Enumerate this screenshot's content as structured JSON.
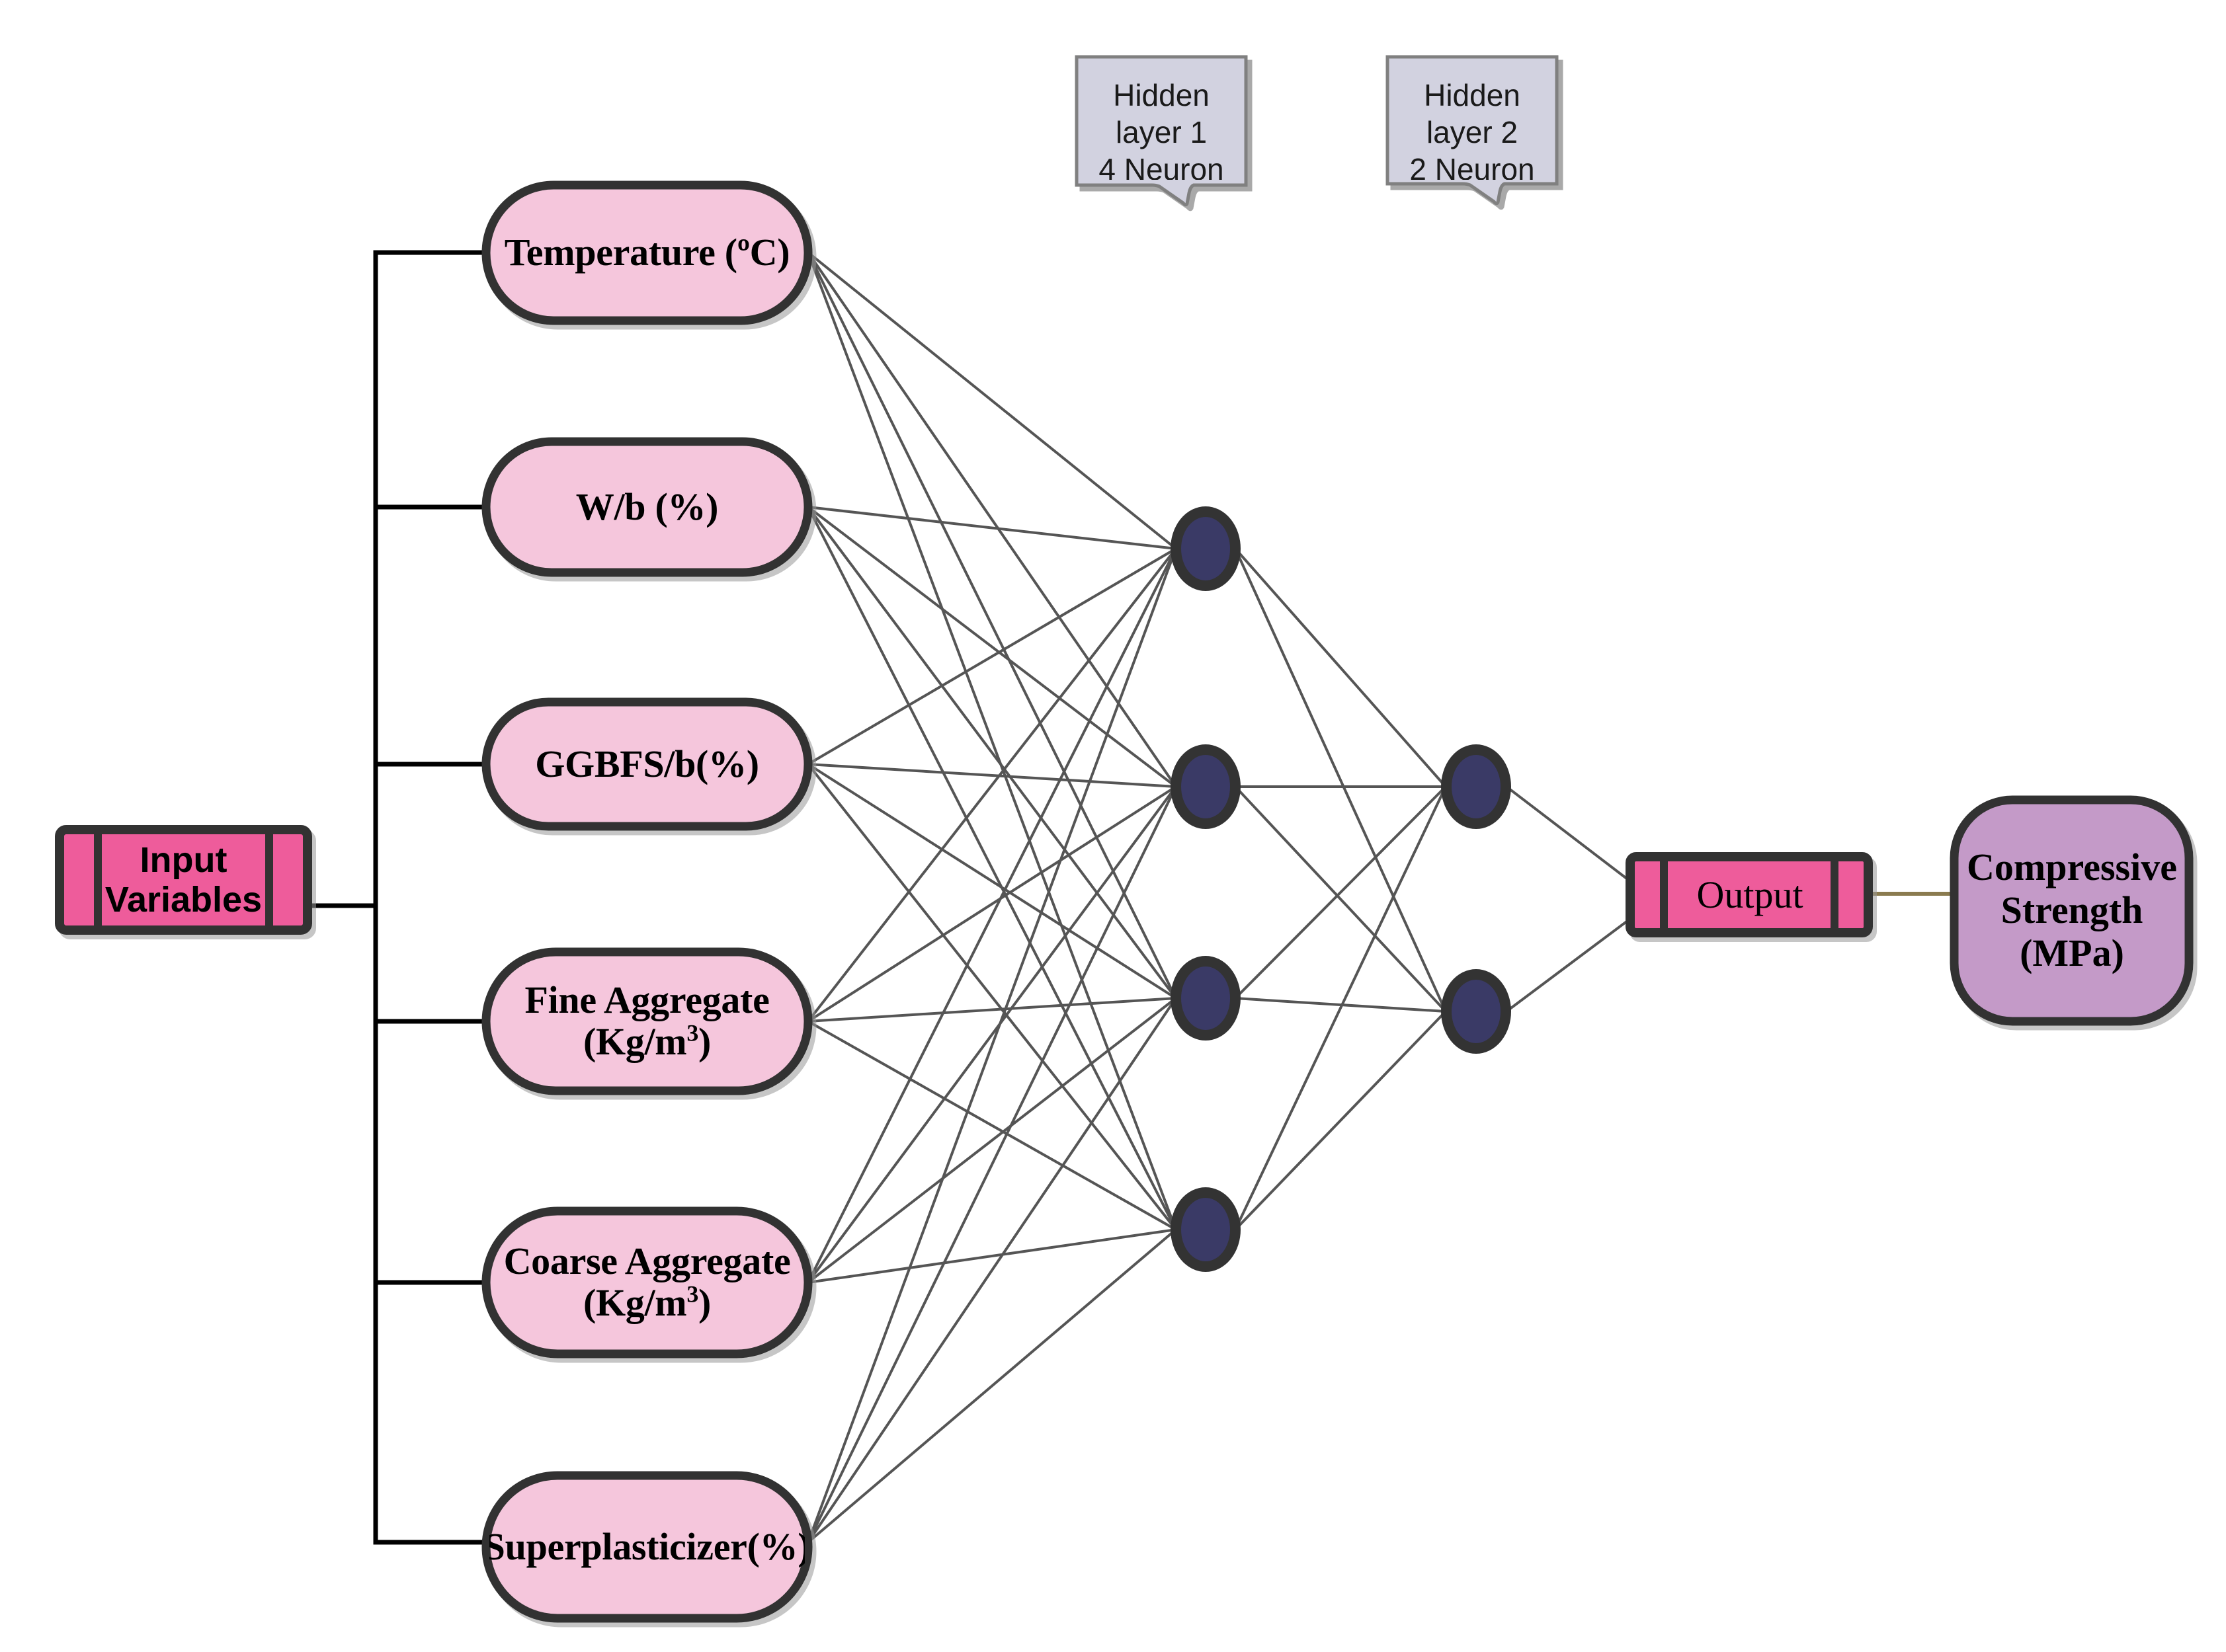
{
  "diagram": {
    "title": "Artificial Neural Network Architecture",
    "type": "neural-network-architecture",
    "background_color": "#FFFFFF"
  },
  "colors": {
    "input_box_fill": "#EE5B9B",
    "input_pill_fill": "#F5C6DC",
    "neuron_fill": "#3A3A66",
    "neuron_stroke": "#333333",
    "callout_fill": "#D2D2E0",
    "callout_stroke": "#808080",
    "output_box_fill": "#EE5B9B",
    "target_fill": "#C49AC8",
    "connector_line": "#555555",
    "bus_line": "#000000",
    "output_arrow_line": "#8A7B4F",
    "shape_stroke": "#333333"
  },
  "input_block": {
    "label_line_1": "Input",
    "label_line_2": "Variables",
    "shape": "predefined-process"
  },
  "input_variables": [
    {
      "id": "temperature",
      "label": "Temperature (ºC)",
      "label_line_1": "Temperature (ºC)",
      "label_line_2": ""
    },
    {
      "id": "w-b-ratio",
      "label": "W/b (%)",
      "label_line_1": "W/b (%)",
      "label_line_2": ""
    },
    {
      "id": "ggbfs-b",
      "label": "GGBFS/b(%)",
      "label_line_1": "GGBFS/b(%)",
      "label_line_2": ""
    },
    {
      "id": "fine-aggregate",
      "label": "Fine Aggregate (Kg/m3)",
      "label_line_1": "Fine Aggregate",
      "label_line_2": "(Kg/m³)"
    },
    {
      "id": "coarse-aggregate",
      "label": "Coarse Aggregate (Kg/m3)",
      "label_line_1": "Coarse Aggregate",
      "label_line_2": "(Kg/m³)"
    },
    {
      "id": "superplasticizer",
      "label": "Superplasticizer(%)",
      "label_line_1": "Superplasticizer(%)",
      "label_line_2": ""
    }
  ],
  "callouts": [
    {
      "id": "hidden-layer-1",
      "line_1": "Hidden layer 1",
      "line_2": "4 Neuron"
    },
    {
      "id": "hidden-layer-2",
      "line_1": "Hidden layer 2",
      "line_2": "2 Neuron"
    }
  ],
  "hidden_layers": [
    {
      "id": "hidden-layer-1",
      "neuron_count": 4
    },
    {
      "id": "hidden-layer-2",
      "neuron_count": 2
    }
  ],
  "output_block": {
    "label": "Output",
    "shape": "predefined-process"
  },
  "target_block": {
    "label": "Compressive Strength (MPa)",
    "label_line_1": "Compressive",
    "label_line_2": "Strength (MPa)"
  },
  "network_summary": {
    "input_neurons": 6,
    "hidden_layer_1_neurons": 4,
    "hidden_layer_2_neurons": 2,
    "output_neurons": 1,
    "topology": "6-4-2-1"
  }
}
